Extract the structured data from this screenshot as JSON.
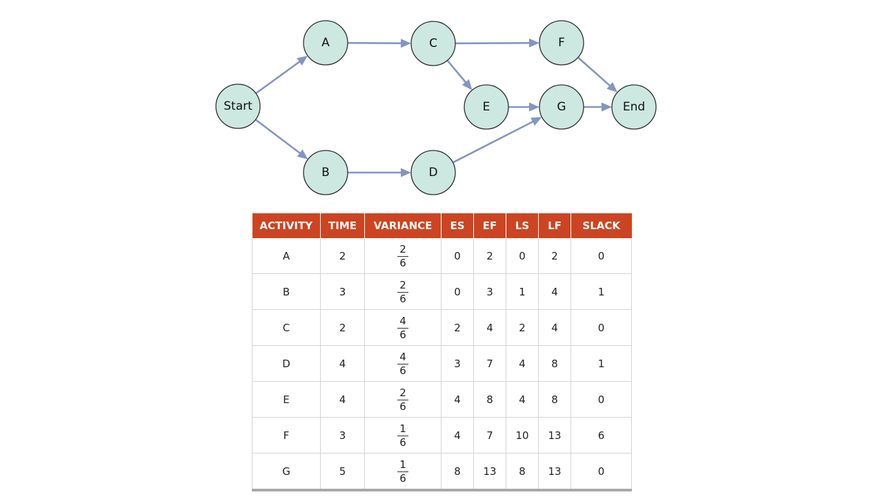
{
  "network": {
    "nodes": [
      {
        "id": "start",
        "label": "Start"
      },
      {
        "id": "a",
        "label": "A"
      },
      {
        "id": "b",
        "label": "B"
      },
      {
        "id": "c",
        "label": "C"
      },
      {
        "id": "d",
        "label": "D"
      },
      {
        "id": "e",
        "label": "E"
      },
      {
        "id": "f",
        "label": "F"
      },
      {
        "id": "g",
        "label": "G"
      },
      {
        "id": "end",
        "label": "End"
      }
    ],
    "edges": [
      [
        "start",
        "a"
      ],
      [
        "start",
        "b"
      ],
      [
        "a",
        "c"
      ],
      [
        "b",
        "d"
      ],
      [
        "c",
        "f"
      ],
      [
        "c",
        "e"
      ],
      [
        "e",
        "g"
      ],
      [
        "d",
        "g"
      ],
      [
        "f",
        "end"
      ],
      [
        "g",
        "end"
      ]
    ],
    "colors": {
      "node_fill": "#cce8e0",
      "node_stroke": "#2f2f2f",
      "edge": "#8395c2"
    }
  },
  "table": {
    "header_color": "#cc4422",
    "columns": [
      "ACTIVITY",
      "TIME",
      "VARIANCE",
      "ES",
      "EF",
      "LS",
      "LF",
      "SLACK"
    ],
    "rows": [
      {
        "activity": "A",
        "time": "2",
        "variance_num": "2",
        "variance_den": "6",
        "es": "0",
        "ef": "2",
        "ls": "0",
        "lf": "2",
        "slack": "0"
      },
      {
        "activity": "B",
        "time": "3",
        "variance_num": "2",
        "variance_den": "6",
        "es": "0",
        "ef": "3",
        "ls": "1",
        "lf": "4",
        "slack": "1"
      },
      {
        "activity": "C",
        "time": "2",
        "variance_num": "4",
        "variance_den": "6",
        "es": "2",
        "ef": "4",
        "ls": "2",
        "lf": "4",
        "slack": "0"
      },
      {
        "activity": "D",
        "time": "4",
        "variance_num": "4",
        "variance_den": "6",
        "es": "3",
        "ef": "7",
        "ls": "4",
        "lf": "8",
        "slack": "1"
      },
      {
        "activity": "E",
        "time": "4",
        "variance_num": "2",
        "variance_den": "6",
        "es": "4",
        "ef": "8",
        "ls": "4",
        "lf": "8",
        "slack": "0"
      },
      {
        "activity": "F",
        "time": "3",
        "variance_num": "1",
        "variance_den": "6",
        "es": "4",
        "ef": "7",
        "ls": "10",
        "lf": "13",
        "slack": "6"
      },
      {
        "activity": "G",
        "time": "5",
        "variance_num": "1",
        "variance_den": "6",
        "es": "8",
        "ef": "13",
        "ls": "8",
        "lf": "13",
        "slack": "0"
      }
    ]
  }
}
